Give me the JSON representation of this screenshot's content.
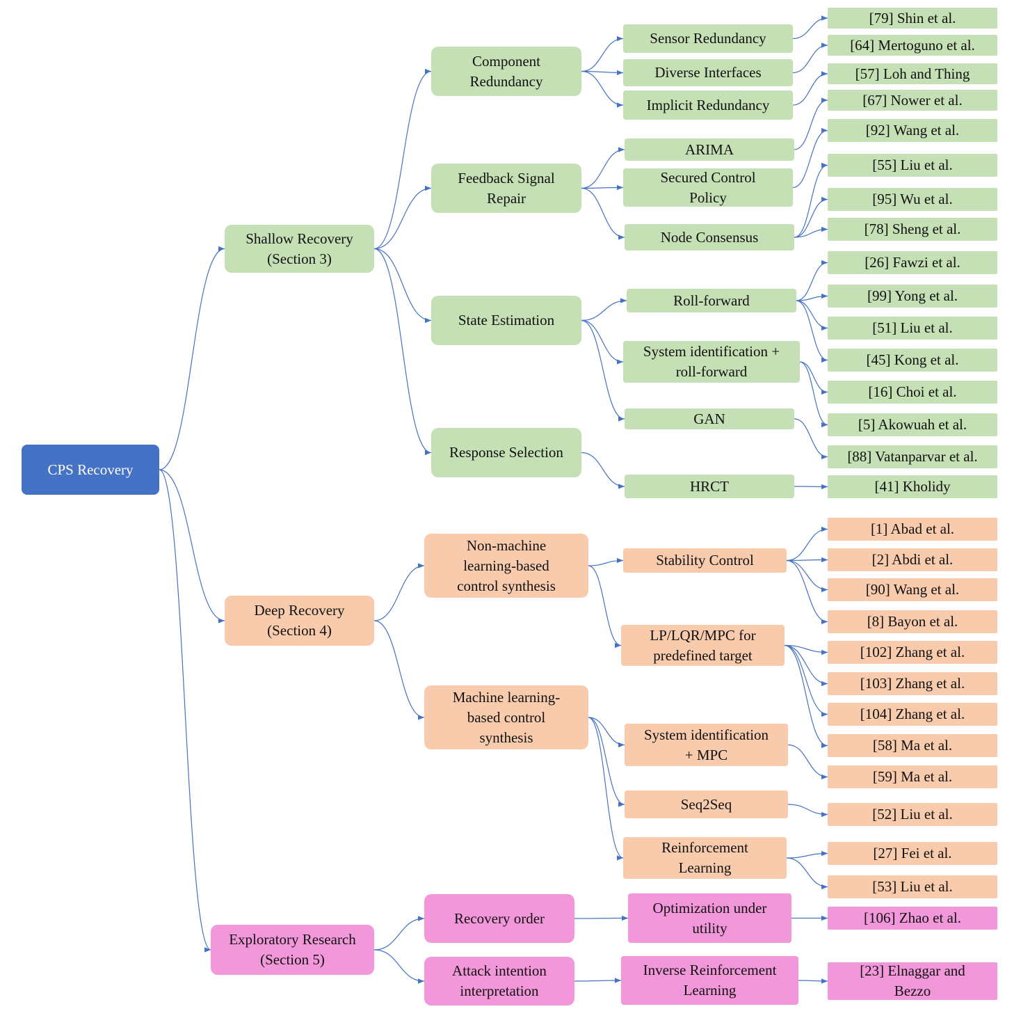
{
  "colors": {
    "root": "#4472C4",
    "green": "#C5E0B4",
    "orange": "#F8CBAD",
    "pink": "#F297DA",
    "edge": "#4472C4"
  },
  "root": {
    "label": "CPS Recovery"
  },
  "branches": [
    {
      "label": "Shallow Recovery\n(Section 3)",
      "color": "green",
      "children": [
        {
          "label": "Component\nRedundancy",
          "children": [
            {
              "label": "Sensor Redundancy",
              "refs": [
                "[79] Shin et al."
              ]
            },
            {
              "label": "Diverse Interfaces",
              "refs": [
                "[64] Mertoguno et al."
              ]
            },
            {
              "label": "Implicit Redundancy",
              "refs": [
                "[57] Loh and Thing"
              ]
            }
          ]
        },
        {
          "label": "Feedback Signal\nRepair",
          "children": [
            {
              "label": "ARIMA",
              "refs": [
                "[67] Nower et al."
              ]
            },
            {
              "label": "Secured Control\nPolicy",
              "refs": [
                "[92] Wang et al."
              ]
            },
            {
              "label": "Node Consensus",
              "refs": [
                "[55] Liu et al.",
                "[95] Wu et al.",
                "[78] Sheng et al."
              ]
            }
          ]
        },
        {
          "label": "State Estimation",
          "children": [
            {
              "label": "Roll-forward",
              "refs": [
                "[26] Fawzi et al.",
                "[99] Yong et al.",
                "[51] Liu et al.",
                "[45] Kong et al."
              ]
            },
            {
              "label": "System identification +\nroll-forward",
              "refs": [
                "[16] Choi et al.",
                "[5] Akowuah et al."
              ]
            },
            {
              "label": "GAN",
              "refs": [
                "[88] Vatanparvar et al."
              ]
            }
          ]
        },
        {
          "label": "Response Selection",
          "children": [
            {
              "label": "HRCT",
              "refs": [
                "[41] Kholidy"
              ]
            }
          ]
        }
      ]
    },
    {
      "label": "Deep Recovery\n(Section 4)",
      "color": "orange",
      "children": [
        {
          "label": "Non-machine\nlearning-based\ncontrol synthesis",
          "children": [
            {
              "label": "Stability Control",
              "refs": [
                "[1] Abad et al.",
                "[2] Abdi et al.",
                "[90] Wang et al.",
                "[8] Bayon et al."
              ]
            },
            {
              "label": "LP/LQR/MPC for\npredefined target",
              "refs": [
                "[102] Zhang et al.",
                "[103] Zhang et al.",
                "[104] Zhang et al.",
                "[58] Ma et al."
              ]
            }
          ]
        },
        {
          "label": "Machine learning-\nbased control\nsynthesis",
          "children": [
            {
              "label": "System identification\n+ MPC",
              "refs": [
                "[59] Ma et al."
              ]
            },
            {
              "label": "Seq2Seq",
              "refs": [
                "[52] Liu et al."
              ]
            },
            {
              "label": "Reinforcement\nLearning",
              "refs": [
                "[27] Fei et al.",
                "[53] Liu et al."
              ]
            }
          ]
        }
      ]
    },
    {
      "label": "Exploratory Research\n(Section 5)",
      "color": "pink",
      "children": [
        {
          "label": "Recovery order",
          "children": [
            {
              "label": "Optimization under\nutility",
              "refs": [
                "[106] Zhao et al."
              ]
            }
          ]
        },
        {
          "label": "Attack intention\ninterpretation",
          "children": [
            {
              "label": "Inverse Reinforcement\nLearning",
              "refs": [
                "[23] Elnaggar and\nBezzo"
              ]
            }
          ]
        }
      ]
    }
  ]
}
